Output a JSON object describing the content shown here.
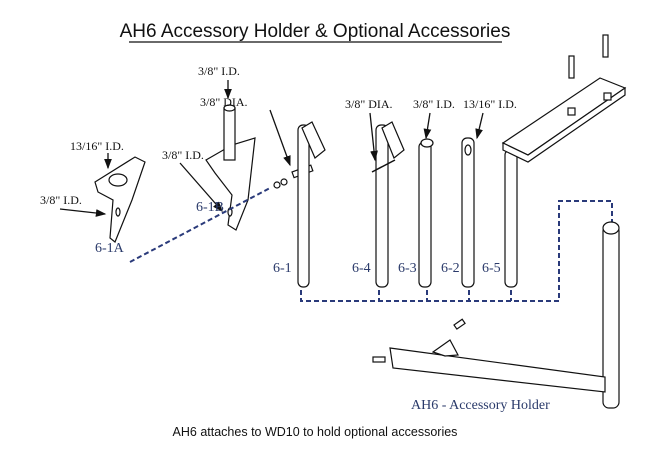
{
  "title": "AH6 Accessory Holder & Optional Accessories",
  "caption": "AH6 attaches to WD10 to hold optional accessories",
  "callouts": {
    "a_13_16_id": "13/16\" I.D.",
    "a_3_8_id": "3/8\" I.D.",
    "b_top_3_8_id": "3/8\" I.D.",
    "b_side_3_8_id": "3/8\" I.D.",
    "pin_3_8_dia": "3/8\" DIA.",
    "tube4_3_8_dia": "3/8\" DIA.",
    "tube3_3_8_id": "3/8\" I.D.",
    "tube2_13_16_id": "13/16\" I.D."
  },
  "parts": {
    "p61a": "6-1A",
    "p61b": "6-1B",
    "p61": "6-1",
    "p64": "6-4",
    "p63": "6-3",
    "p62": "6-2",
    "p65": "6-5",
    "ah6": "AH6 - Accessory Holder"
  },
  "colors": {
    "dashed_line": "#2a3a7a",
    "part_label": "#2a3a6a"
  }
}
